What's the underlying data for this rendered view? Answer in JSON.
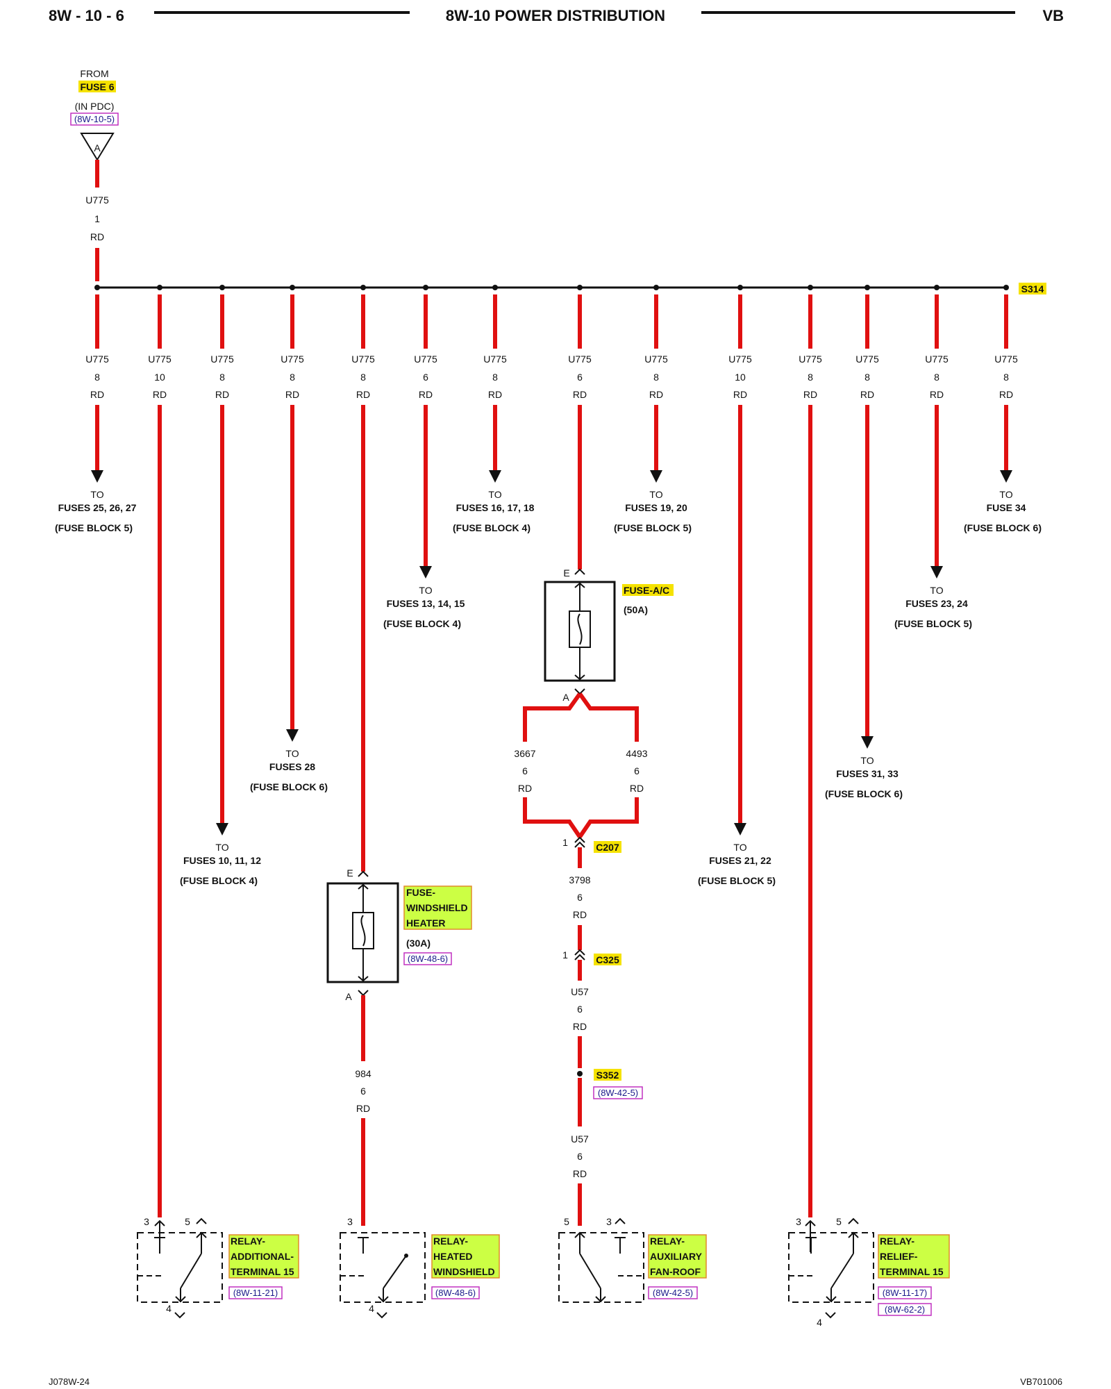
{
  "header": {
    "page": "8W - 10 - 6",
    "title": "8W-10 POWER DISTRIBUTION",
    "model": "VB"
  },
  "footer": {
    "left": "J078W-24",
    "right": "VB701006"
  },
  "source": {
    "from": "FROM",
    "fuse": "FUSE 6",
    "loc": "(IN PDC)",
    "ref": "(8W-10-5)",
    "conn": "A",
    "wire": {
      "circuit": "U775",
      "gauge": "1",
      "color": "RD"
    }
  },
  "splice": "S314",
  "branches": [
    {
      "circuit": "U775",
      "gauge": "8",
      "color": "RD",
      "to": "TO",
      "fuses": "FUSES 25, 26, 27",
      "block": "(FUSE BLOCK 5)"
    },
    {
      "circuit": "U775",
      "gauge": "10",
      "color": "RD"
    },
    {
      "circuit": "U775",
      "gauge": "8",
      "color": "RD",
      "to": "TO",
      "fuses": "FUSES 10, 11, 12",
      "block": "(FUSE BLOCK 4)"
    },
    {
      "circuit": "U775",
      "gauge": "8",
      "color": "RD",
      "to": "TO",
      "fuses": "FUSES 28",
      "block": "(FUSE BLOCK 6)"
    },
    {
      "circuit": "U775",
      "gauge": "8",
      "color": "RD"
    },
    {
      "circuit": "U775",
      "gauge": "6",
      "color": "RD",
      "to": "TO",
      "fuses": "FUSES 13, 14, 15",
      "block": "(FUSE BLOCK 4)"
    },
    {
      "circuit": "U775",
      "gauge": "8",
      "color": "RD",
      "to": "TO",
      "fuses": "FUSES 16, 17, 18",
      "block": "(FUSE BLOCK 4)"
    },
    {
      "circuit": "U775",
      "gauge": "6",
      "color": "RD"
    },
    {
      "circuit": "U775",
      "gauge": "8",
      "color": "RD",
      "to": "TO",
      "fuses": "FUSES 19, 20",
      "block": "(FUSE BLOCK 5)"
    },
    {
      "circuit": "U775",
      "gauge": "10",
      "color": "RD",
      "to": "TO",
      "fuses": "FUSES 21, 22",
      "block": "(FUSE BLOCK 5)"
    },
    {
      "circuit": "U775",
      "gauge": "8",
      "color": "RD"
    },
    {
      "circuit": "U775",
      "gauge": "8",
      "color": "RD",
      "to": "TO",
      "fuses": "FUSES 31, 33",
      "block": "(FUSE BLOCK 6)"
    },
    {
      "circuit": "U775",
      "gauge": "8",
      "color": "RD",
      "to": "TO",
      "fuses": "FUSES 23, 24",
      "block": "(FUSE BLOCK 5)"
    },
    {
      "circuit": "U775",
      "gauge": "8",
      "color": "RD",
      "to": "TO",
      "fuses": "FUSE 34",
      "block": "(FUSE BLOCK 6)"
    }
  ],
  "fuse_ac": {
    "top_conn": "E",
    "bottom_conn": "A",
    "name": "FUSE-A/C",
    "rating": "(50A)"
  },
  "ac_wires": [
    {
      "circuit": "3667",
      "gauge": "6",
      "color": "RD"
    },
    {
      "circuit": "4493",
      "gauge": "6",
      "color": "RD"
    }
  ],
  "c207": {
    "pin": "1",
    "name": "C207"
  },
  "w3798": {
    "circuit": "3798",
    "gauge": "6",
    "color": "RD"
  },
  "c325": {
    "pin": "1",
    "name": "C325"
  },
  "u57a": {
    "circuit": "U57",
    "gauge": "6",
    "color": "RD"
  },
  "s352": {
    "name": "S352",
    "ref": "(8W-42-5)"
  },
  "u57b": {
    "circuit": "U57",
    "gauge": "6",
    "color": "RD"
  },
  "fuse_ws": {
    "top_conn": "E",
    "bottom_conn": "A",
    "line1": "FUSE-",
    "line2": "WINDSHIELD",
    "line3": "HEATER",
    "rating": "(30A)",
    "ref": "(8W-48-6)"
  },
  "w984": {
    "circuit": "984",
    "gauge": "6",
    "color": "RD"
  },
  "relays": [
    {
      "pin_l": "3",
      "pin_r": "5",
      "pin_b": "4",
      "line1": "RELAY-",
      "line2": "ADDITIONAL-",
      "line3": "TERMINAL 15",
      "ref": "(8W-11-21)"
    },
    {
      "pin_l": "3",
      "pin_b": "4",
      "line1": "RELAY-",
      "line2": "HEATED",
      "line3": "WINDSHIELD",
      "ref": "(8W-48-6)"
    },
    {
      "pin_l": "5",
      "pin_r": "3",
      "line1": "RELAY-",
      "line2": "AUXILIARY",
      "line3": "FAN-ROOF",
      "ref": "(8W-42-5)"
    },
    {
      "pin_l": "3",
      "pin_r": "5",
      "pin_b": "4",
      "line1": "RELAY-",
      "line2": "RELIEF-",
      "line3": "TERMINAL 15",
      "ref": "(8W-11-17)",
      "ref2": "(8W-62-2)"
    }
  ],
  "colors": {
    "wire": "#e01010",
    "highlight": "#ccff44",
    "highlight_alt": "#f5e200",
    "link": "#1a1a8a",
    "box_border": "#e08a2a"
  }
}
